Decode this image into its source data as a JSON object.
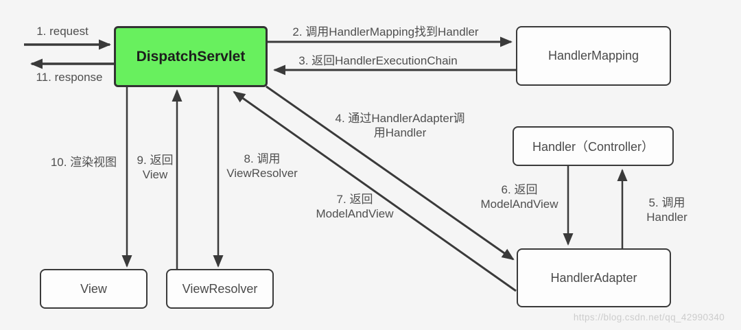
{
  "diagram": {
    "type": "flow-diagram",
    "subject": "Spring MVC DispatchServlet request handling flow"
  },
  "nodes": {
    "dispatch_servlet": "DispatchServlet",
    "handler_mapping": "HandlerMapping",
    "handler_controller": "Handler（Controller）",
    "handler_adapter": "HandlerAdapter",
    "view": "View",
    "view_resolver": "ViewResolver"
  },
  "edges": {
    "e1": "1. request",
    "e2": "2. 调用HandlerMapping找到Handler",
    "e3": "3. 返回HandlerExecutionChain",
    "e4": "4. 通过HandlerAdapter调\n用Handler",
    "e5": "5. 调用Handler",
    "e6": "6. 返回\nModelAndView",
    "e7": "7. 返回\nModelAndView",
    "e8": "8. 调用\nViewResolver",
    "e9": "9. 返回\nView",
    "e10": "10. 渲染视图",
    "e11": "11. response"
  },
  "watermark": "https://blog.csdn.net/qq_42990340",
  "colors": {
    "background": "#f5f5f5",
    "node_fill": "#fdfdfd",
    "accent_green": "#68f05e",
    "line": "#3a3a3a",
    "label_text": "#4f4f4f",
    "watermark_text": "#cccccc"
  }
}
